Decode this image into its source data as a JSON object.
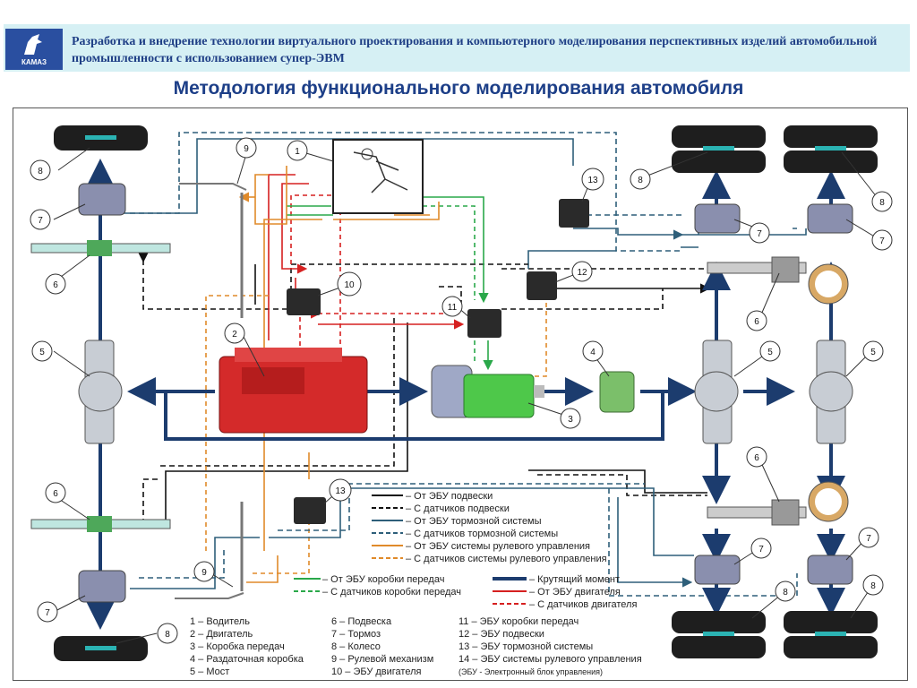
{
  "header": {
    "logo_text": "КАМАЗ",
    "title": "Разработка и внедрение технологии виртуального проектирования и компьютерного моделирования перспективных изделий автомобильной промышленности с использованием супер-ЭВМ"
  },
  "main_title": "Методология функционального моделирования автомобиля",
  "callouts": {
    "c1": "1",
    "c2": "2",
    "c3": "3",
    "c4": "4",
    "c5a": "5",
    "c5b": "5",
    "c5c": "5",
    "c6a": "6",
    "c6b": "6",
    "c6c": "6",
    "c6d": "6",
    "c7a": "7",
    "c7b": "7",
    "c7c": "7",
    "c7d": "7",
    "c7e": "7",
    "c7f": "7",
    "c8a": "8",
    "c8b": "8",
    "c8c": "8",
    "c8d": "8",
    "c8e": "8",
    "c8f": "8",
    "c9a": "9",
    "c9b": "9",
    "c10": "10",
    "c11": "11",
    "c12": "12",
    "c13a": "13",
    "c13b": "13"
  },
  "legend_lines": [
    "– От ЭБУ подвески",
    "– С датчиков подвески",
    "– От ЭБУ тормозной системы",
    "– С датчиков тормозной системы",
    "– От ЭБУ системы рулевого управления",
    "– С датчиков системы рулевого управления"
  ],
  "legend_left": [
    "– От ЭБУ коробки передач",
    "– С датчиков коробки передач"
  ],
  "legend_right": [
    "– Крутящий момент",
    "– От ЭБУ двигателя",
    "– С датчиков двигателя"
  ],
  "key_col1": [
    "1 – Водитель",
    "2 – Двигатель",
    "3 – Коробка передач",
    "4 – Раздаточная коробка",
    "5 – Мост"
  ],
  "key_col2": [
    "6 – Подвеска",
    "7 – Тормоз",
    "8 – Колесо",
    "9 – Рулевой механизм",
    "10 – ЭБУ двигателя"
  ],
  "key_col3": [
    "11 – ЭБУ коробки передач",
    "12 – ЭБУ подвески",
    "13 – ЭБУ тормозной системы",
    "14 – ЭБУ системы рулевого управления"
  ],
  "key_note": "(ЭБУ - Электронный блок управления)",
  "colors": {
    "torque": "#1c3c6e",
    "engine_ecu": "#d62020",
    "gearbox": "#2aa84a",
    "steering": "#e08a2a",
    "brake": "#2e5f7a",
    "suspension": "#111111"
  }
}
